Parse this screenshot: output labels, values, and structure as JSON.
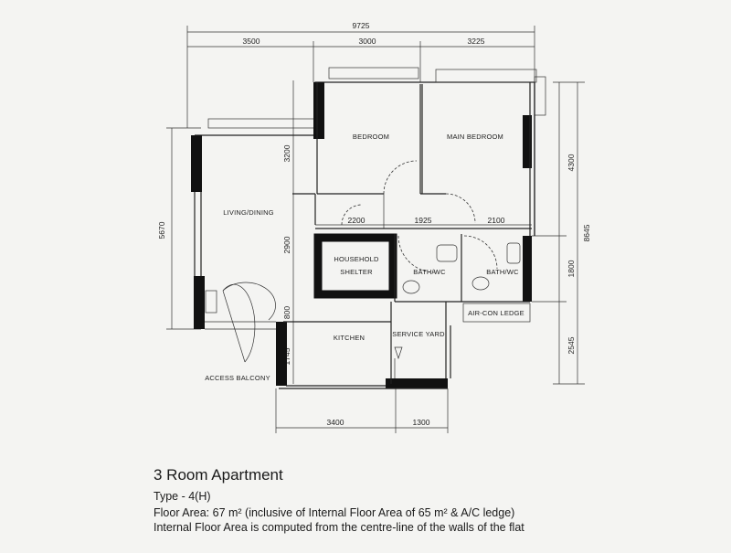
{
  "dimensions": {
    "overall_width": "9725",
    "top_1": "3500",
    "top_2": "3000",
    "top_3": "3225",
    "left_depth": "5670",
    "right_total": "8645",
    "right_1": "4300",
    "right_2": "1800",
    "right_3": "2545",
    "inner_v1": "3200",
    "inner_v2": "2900",
    "inner_v3": "800",
    "inner_v4": "1745",
    "mid_1": "2200",
    "mid_2": "1925",
    "mid_3": "2100",
    "bottom_1": "3400",
    "bottom_2": "1300"
  },
  "rooms": {
    "bedroom": "BEDROOM",
    "main_bedroom": "MAIN BEDROOM",
    "living_dining": "LIVING/DINING",
    "household": "HOUSEHOLD",
    "shelter": "SHELTER",
    "bath_1": "BATH/WC",
    "bath_2": "BATH/WC",
    "aircon": "AIR-CON LEDGE",
    "kitchen": "KITCHEN",
    "service_yard": "SERVICE YARD",
    "access_balcony": "ACCESS BALCONY"
  },
  "caption": {
    "title": "3 Room Apartment",
    "type": "Type - 4(H)",
    "floor_area": "Floor Area: 67 m² (inclusive of Internal Floor Area of 65 m² & A/C ledge)",
    "note": "Internal Floor Area is computed from the centre-line of the walls of the flat"
  }
}
